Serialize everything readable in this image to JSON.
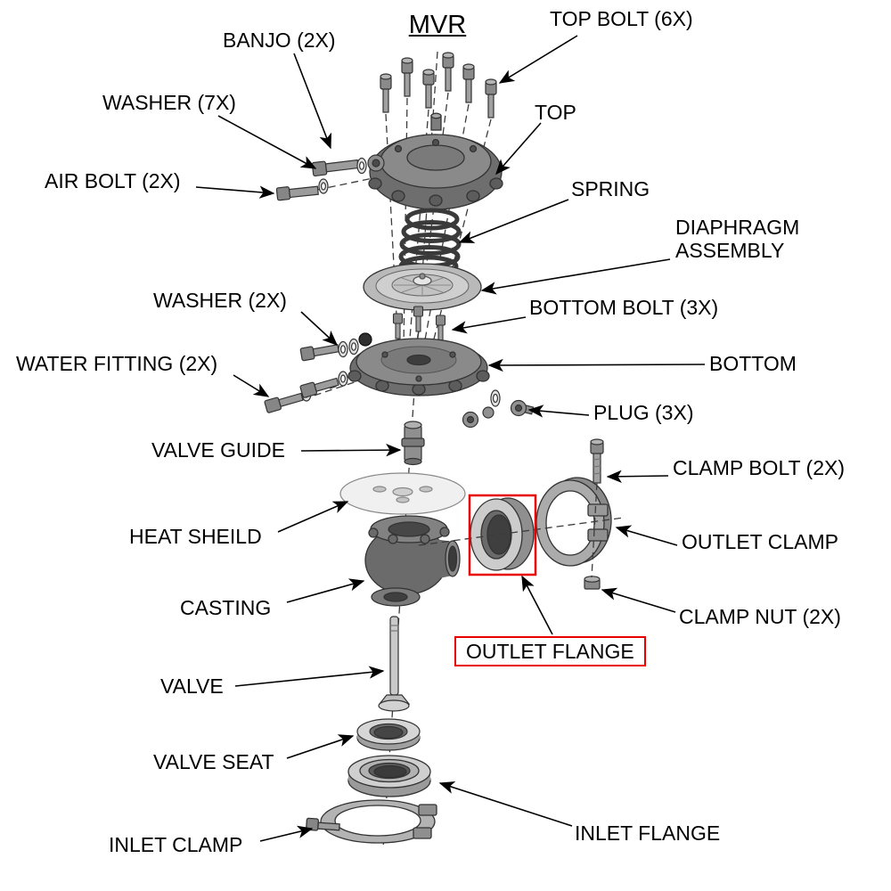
{
  "title": "MVR",
  "colors": {
    "highlight": "#e80000"
  },
  "labels": [
    {
      "id": "top-bolt",
      "text": "TOP BOLT (6X)"
    },
    {
      "id": "banjo",
      "text": "BANJO (2X)"
    },
    {
      "id": "washer-7",
      "text": "WASHER (7X)"
    },
    {
      "id": "air-bolt",
      "text": "AIR BOLT (2X)"
    },
    {
      "id": "top",
      "text": "TOP"
    },
    {
      "id": "spring",
      "text": "SPRING"
    },
    {
      "id": "diaphragm",
      "text": "DIAPHRAGM ASSEMBLY"
    },
    {
      "id": "washer-2",
      "text": "WASHER (2X)"
    },
    {
      "id": "bottom-bolt",
      "text": "BOTTOM BOLT (3X)"
    },
    {
      "id": "water-fitting",
      "text": "WATER FITTING (2X)"
    },
    {
      "id": "bottom",
      "text": "BOTTOM"
    },
    {
      "id": "plug",
      "text": "PLUG (3X)"
    },
    {
      "id": "valve-guide",
      "text": "VALVE GUIDE"
    },
    {
      "id": "clamp-bolt",
      "text": "CLAMP BOLT (2X)"
    },
    {
      "id": "heat-shield",
      "text": "HEAT SHEILD"
    },
    {
      "id": "outlet-clamp",
      "text": "OUTLET CLAMP"
    },
    {
      "id": "casting",
      "text": "CASTING"
    },
    {
      "id": "clamp-nut",
      "text": "CLAMP NUT (2X)"
    },
    {
      "id": "outlet-flange",
      "text": "OUTLET FLANGE",
      "highlighted": true
    },
    {
      "id": "valve",
      "text": "VALVE"
    },
    {
      "id": "valve-seat",
      "text": "VALVE SEAT"
    },
    {
      "id": "inlet-flange",
      "text": "INLET FLANGE"
    },
    {
      "id": "inlet-clamp",
      "text": "INLET CLAMP"
    }
  ]
}
